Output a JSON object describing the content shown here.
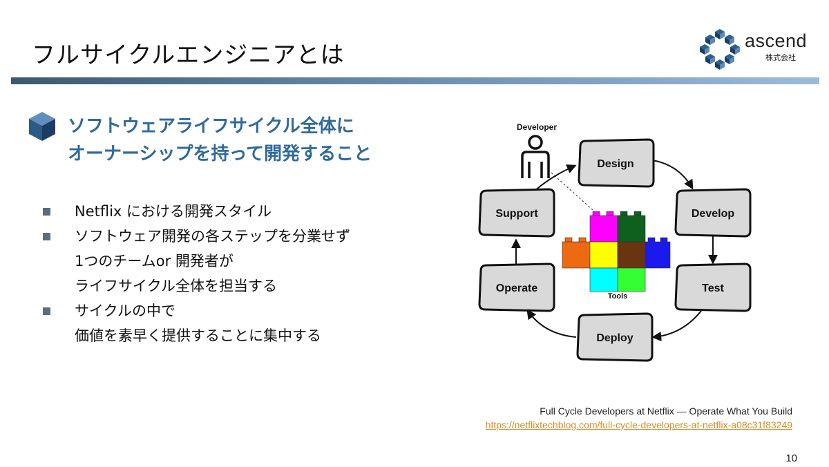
{
  "slide": {
    "title": "フルサイクルエンジニアとは",
    "page_number": "10"
  },
  "logo": {
    "name": "ascend",
    "sub": "株式会社"
  },
  "heading": {
    "line1": "ソフトウェアライフサイクル全体に",
    "line2": "オーナーシップを持って開発すること"
  },
  "bullets": [
    {
      "line": "Netflix における開発スタイル",
      "marker": true
    },
    {
      "line": "ソフトウェア開発の各ステップを分業せず",
      "marker": true
    },
    {
      "line": "1つのチームor 開発者が",
      "marker": false
    },
    {
      "line": "ライフサイクル全体を担当する",
      "marker": false
    },
    {
      "line": "サイクルの中で",
      "marker": true
    },
    {
      "line": "価値を素早く提供することに集中する",
      "marker": false
    }
  ],
  "diagram": {
    "developer_label": "Developer",
    "tools_label": "Tools",
    "steps": [
      "Design",
      "Develop",
      "Test",
      "Deploy",
      "Operate",
      "Support"
    ],
    "brick_colors": {
      "magenta": "#ff00ff",
      "darkgreen": "#0f5f1e",
      "orange": "#ee6a10",
      "yellow": "#ffff00",
      "brown": "#6b3410",
      "blue": "#1a1aee",
      "cyan": "#00ffff",
      "green": "#33ff33"
    }
  },
  "reference": {
    "title": "Full Cycle Developers at Netflix — Operate What You Build",
    "url": "https://netflixtechblog.com/full-cycle-developers-at-netflix-a08c31f83249"
  },
  "colors": {
    "heading": "#2f6a9c",
    "link": "#d98a25",
    "title_bar_start": "#3d5970",
    "title_bar_end": "#9bbbdd"
  }
}
